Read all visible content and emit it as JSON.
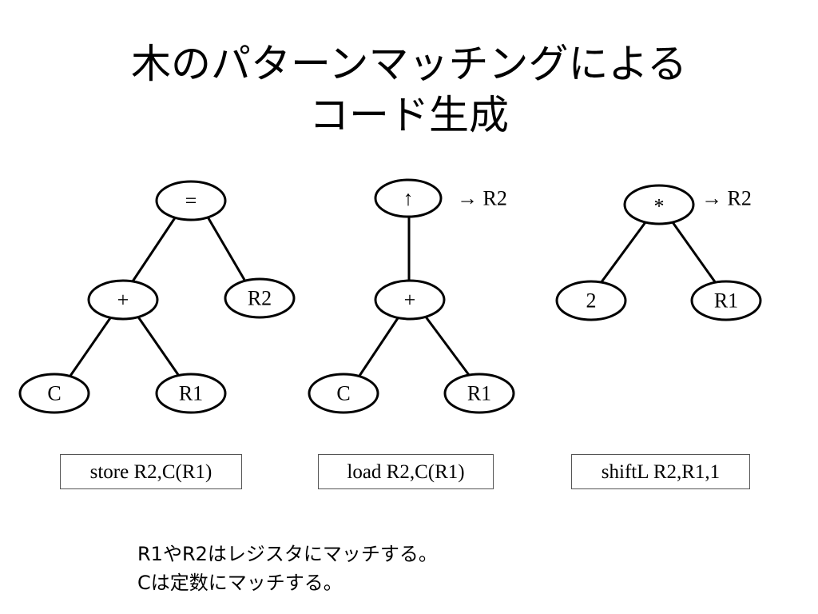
{
  "title": {
    "line1": "木のパターンマッチングによる",
    "line2": "コード生成"
  },
  "trees": [
    {
      "nodes": {
        "root": "=",
        "plus": "+",
        "r2": "R2",
        "c": "C",
        "r1": "R1"
      },
      "code": "store R2,C(R1)"
    },
    {
      "nodes": {
        "root": "↑",
        "plus": "+",
        "c": "C",
        "r1": "R1"
      },
      "result": "→ R2",
      "code": "load R2,C(R1)"
    },
    {
      "nodes": {
        "root": "*",
        "two": "2",
        "r1": "R1"
      },
      "result": "→ R2",
      "code": "shiftL R2,R1,1"
    }
  ],
  "notes": {
    "line1": "R1やR2はレジスタにマッチする。",
    "line2": "Cは定数にマッチする。"
  }
}
